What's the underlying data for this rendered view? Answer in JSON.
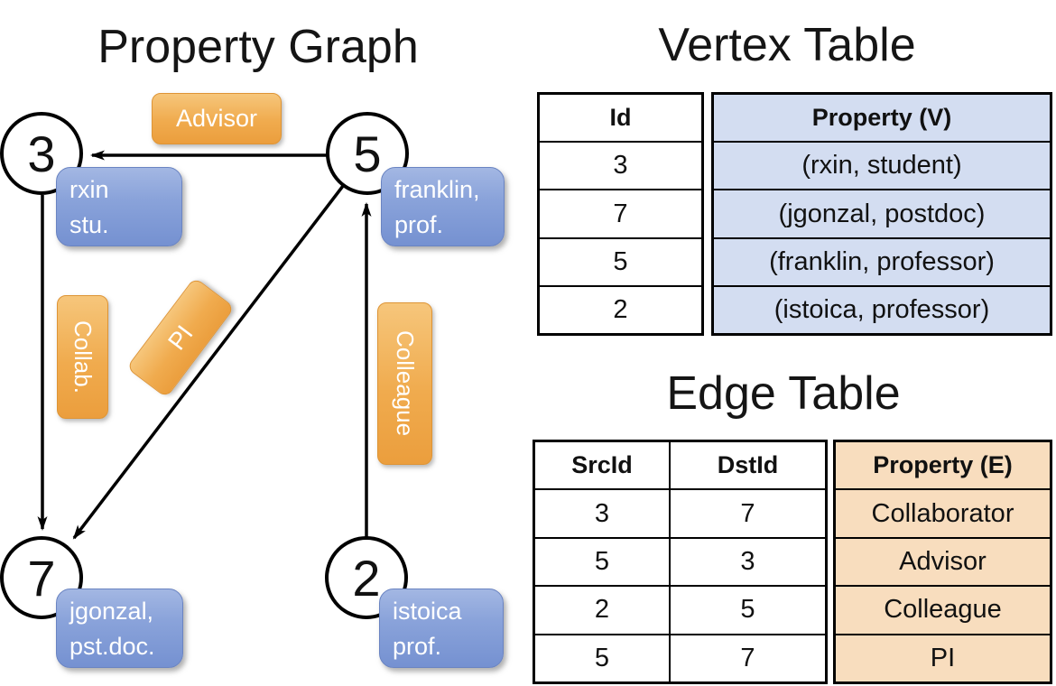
{
  "titles": {
    "graph": "Property Graph",
    "vertex_table": "Vertex Table",
    "edge_table": "Edge Table"
  },
  "graph": {
    "nodes": [
      {
        "id": "3",
        "property": {
          "line1": "rxin",
          "line2": "stu."
        }
      },
      {
        "id": "5",
        "property": {
          "line1": "franklin,",
          "line2": "prof."
        }
      },
      {
        "id": "7",
        "property": {
          "line1": "jgonzal,",
          "line2": "pst.doc."
        }
      },
      {
        "id": "2",
        "property": {
          "line1": "istoica",
          "line2": "prof."
        }
      }
    ],
    "edge_labels": {
      "advisor": "Advisor",
      "collab": "Collab.",
      "pi": "PI",
      "colleague": "Colleague"
    },
    "edges": [
      {
        "src": "5",
        "dst": "3",
        "label": "Advisor"
      },
      {
        "src": "3",
        "dst": "7",
        "label": "Collab."
      },
      {
        "src": "5",
        "dst": "7",
        "label": "PI"
      },
      {
        "src": "2",
        "dst": "5",
        "label": "Colleague"
      }
    ]
  },
  "vertex_table": {
    "headers": {
      "id": "Id",
      "property": "Property (V)"
    },
    "rows": [
      {
        "id": "3",
        "property": "(rxin, student)"
      },
      {
        "id": "7",
        "property": "(jgonzal, postdoc)"
      },
      {
        "id": "5",
        "property": "(franklin, professor)"
      },
      {
        "id": "2",
        "property": "(istoica, professor)"
      }
    ]
  },
  "edge_table": {
    "headers": {
      "src": "SrcId",
      "dst": "DstId",
      "property": "Property (E)"
    },
    "rows": [
      {
        "src": "3",
        "dst": "7",
        "property": "Collaborator"
      },
      {
        "src": "5",
        "dst": "3",
        "property": "Advisor"
      },
      {
        "src": "2",
        "dst": "5",
        "property": "Colleague"
      },
      {
        "src": "5",
        "dst": "7",
        "property": "PI"
      }
    ]
  },
  "colors": {
    "edge_label_fill": "#efa847",
    "vertex_prop_fill": "#d3ddf1",
    "edge_prop_fill": "#f8ddbe",
    "node_prop_fill": "#8aa3da",
    "line": "#000000"
  }
}
